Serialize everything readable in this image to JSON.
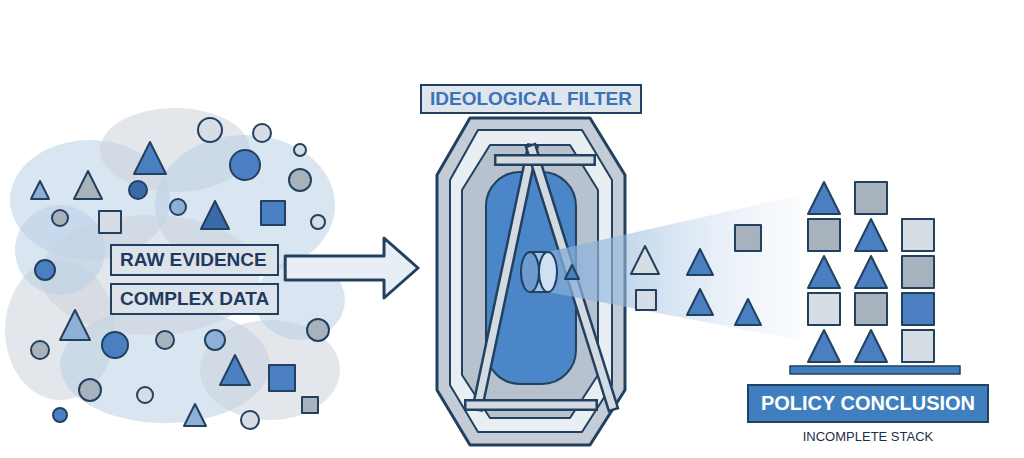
{
  "diagram": {
    "nodes": [
      {
        "text": [
          "RAW EVIDENCE"
        ]
      },
      {
        "text": [
          "COMPLEX DATA"
        ]
      },
      {
        "text": [
          "IDEOLOGICAL FILTER"
        ]
      },
      {
        "text": [
          "POLICY CONCLUSION",
          "INCOMPLETE STACK"
        ]
      }
    ],
    "edges": [
      {
        "from": 0,
        "to": 2,
        "arrow": "to"
      }
    ]
  }
}
